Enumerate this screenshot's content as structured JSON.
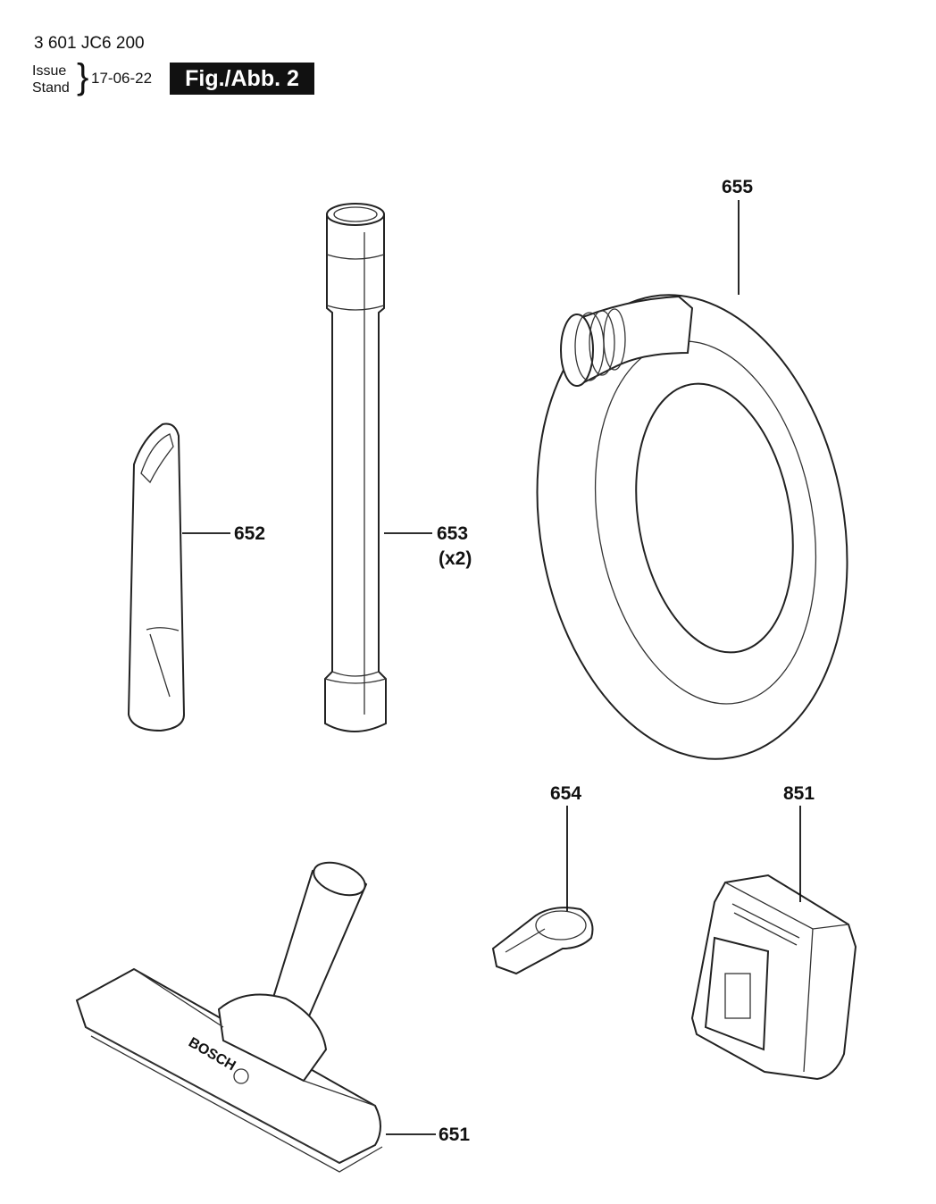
{
  "header": {
    "part_number": "3 601 JC6 200",
    "issue_label": "Issue",
    "stand_label": "Stand",
    "date": "17-06-22",
    "figure": "Fig./Abb. 2"
  },
  "parts": {
    "p651": "651",
    "p652": "652",
    "p653": "653",
    "p653_qty": "(x2)",
    "p654": "654",
    "p655": "655",
    "p851": "851"
  },
  "brand_mark": "BOSCH"
}
